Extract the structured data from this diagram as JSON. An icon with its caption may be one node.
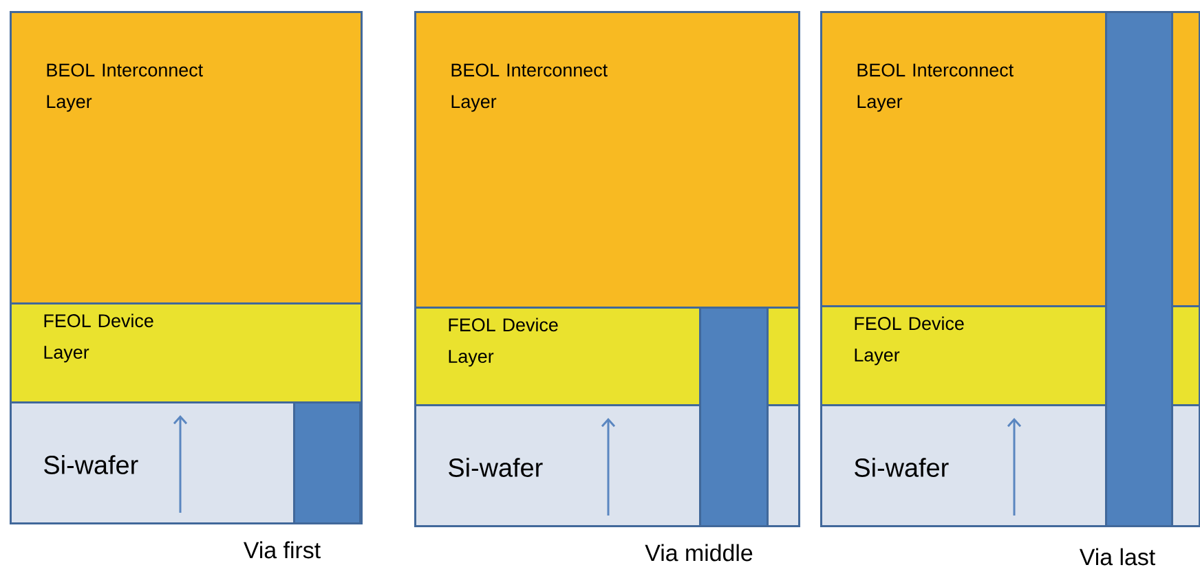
{
  "diagram": {
    "nodes": [
      {
        "text": [
          "BEOL Interconnect Layer"
        ]
      },
      {
        "text": [
          "FEOL Device Layer"
        ]
      },
      {
        "text": [
          "Si-wafer"
        ]
      },
      {
        "text": [],
        "shape": "bar",
        "in": 2
      },
      {
        "text": [
          "BEOL Interconnect Layer"
        ]
      },
      {
        "text": [
          "FEOL Device Layer"
        ]
      },
      {
        "text": [
          "Si-wafer"
        ]
      },
      {
        "text": [],
        "shape": "bar"
      },
      {
        "text": [
          "BEOL Interconnect Layer"
        ]
      },
      {
        "text": [
          "FEOL Device Layer"
        ]
      },
      {
        "text": [
          "Si-wafer"
        ]
      },
      {
        "text": [],
        "shape": "bar"
      }
    ],
    "labels": [
      "Via first",
      "Via middle",
      "Via last"
    ]
  }
}
